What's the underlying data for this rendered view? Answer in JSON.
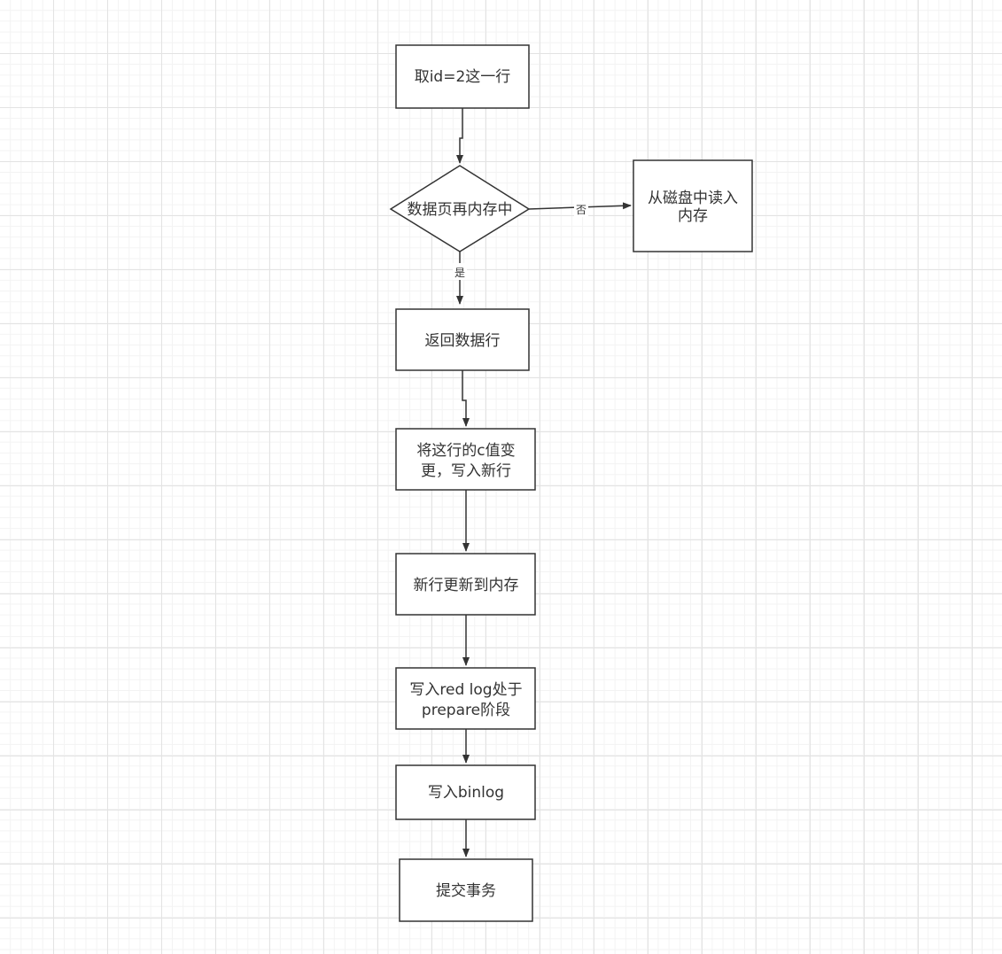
{
  "diagram": {
    "nodes": {
      "fetch_row": {
        "lines": [
          "取id=2这一行"
        ]
      },
      "page_in_memory": {
        "lines": [
          "数据页再内存中"
        ]
      },
      "read_from_disk": {
        "lines": [
          "从磁盘中读入",
          "内存"
        ]
      },
      "return_row": {
        "lines": [
          "返回数据行"
        ]
      },
      "update_c": {
        "lines": [
          "将这行的c值变",
          "更，写入新行"
        ]
      },
      "update_memory": {
        "lines": [
          "新行更新到内存"
        ]
      },
      "write_redo": {
        "lines": [
          "写入red log处于",
          "prepare阶段"
        ]
      },
      "write_binlog": {
        "lines": [
          "写入binlog"
        ]
      },
      "commit": {
        "lines": [
          "提交事务"
        ]
      }
    },
    "edge_labels": {
      "no": "否",
      "yes": "是"
    }
  }
}
